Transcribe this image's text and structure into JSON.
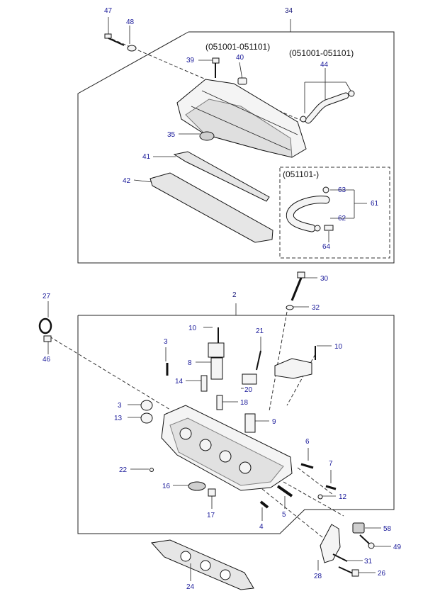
{
  "diagram": {
    "date_ranges": {
      "cover_bolt": "(051001-051101)",
      "breather_hose": "(051001-051101)",
      "new_hose_kit": "(051101-)"
    },
    "labels": {
      "p2": "2",
      "p3a": "3",
      "p3b": "3",
      "p4": "4",
      "p5": "5",
      "p6": "6",
      "p7": "7",
      "p8": "8",
      "p9": "9",
      "p10a": "10",
      "p10b": "10",
      "p12": "12",
      "p13": "13",
      "p14": "14",
      "p16": "16",
      "p17": "17",
      "p18": "18",
      "p20": "20",
      "p21": "21",
      "p22": "22",
      "p24": "24",
      "p26": "26",
      "p27": "27",
      "p28": "28",
      "p30": "30",
      "p31": "31",
      "p32": "32",
      "p34": "34",
      "p35": "35",
      "p39": "39",
      "p40": "40",
      "p41": "41",
      "p42": "42",
      "p44": "44",
      "p46": "46",
      "p47": "47",
      "p48": "48",
      "p49": "49",
      "p58": "58",
      "p61": "61",
      "p62": "62",
      "p63": "63",
      "p64": "64"
    }
  }
}
